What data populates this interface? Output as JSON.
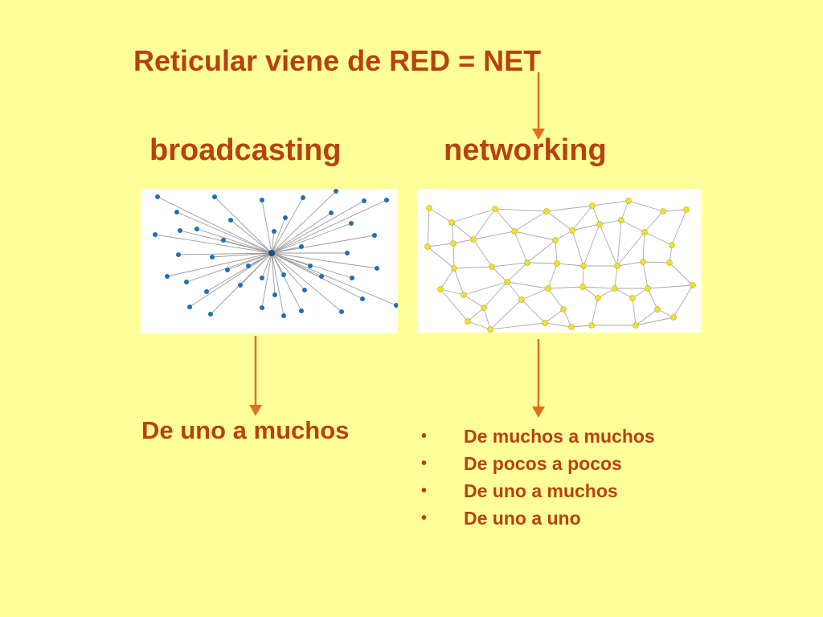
{
  "title": "Reticular viene de RED = NET",
  "left": {
    "heading": "broadcasting",
    "caption": "De uno a muchos"
  },
  "right": {
    "heading": "networking",
    "items": [
      "De muchos a muchos",
      "De pocos a pocos",
      "De uno a muchos",
      "De uno a uno"
    ]
  },
  "colors": {
    "text": "#b5420f",
    "background": "#ffff99",
    "arrow": "#e07020",
    "broadcast_node": "#1f6fb5",
    "network_node": "#f2e22a"
  }
}
